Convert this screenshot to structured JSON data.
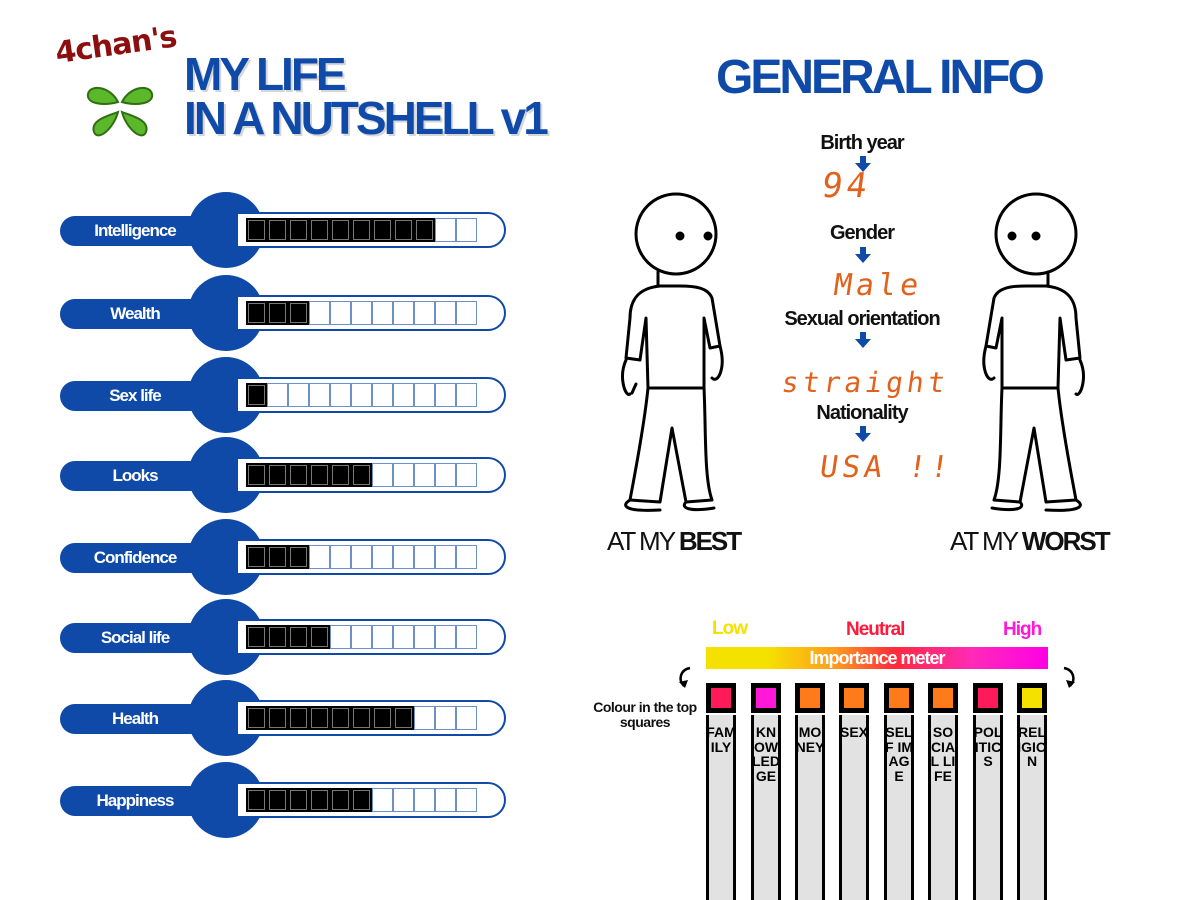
{
  "header": {
    "brand": "4chan's",
    "title_line1": "MY LIFE",
    "title_line2": "IN A NUTSHELL v1"
  },
  "stats": [
    {
      "label": "Intelligence",
      "filled": 9,
      "total": 11
    },
    {
      "label": "Wealth",
      "filled": 3,
      "total": 11
    },
    {
      "label": "Sex life",
      "filled": 1,
      "total": 11
    },
    {
      "label": "Looks",
      "filled": 6,
      "total": 11
    },
    {
      "label": "Confidence",
      "filled": 3,
      "total": 11
    },
    {
      "label": "Social life",
      "filled": 4,
      "total": 11
    },
    {
      "label": "Health",
      "filled": 8,
      "total": 11
    },
    {
      "label": "Happiness",
      "filled": 6,
      "total": 11
    }
  ],
  "general": {
    "title": "GENERAL INFO",
    "fields": [
      {
        "label": "Birth year",
        "value": "94"
      },
      {
        "label": "Gender",
        "value": "Male"
      },
      {
        "label": "Sexual orientation",
        "value": "straight"
      },
      {
        "label": "Nationality",
        "value": "USA !!"
      }
    ],
    "best_prefix": "AT MY ",
    "best_word": "BEST",
    "worst_prefix": "AT MY ",
    "worst_word": "WORST"
  },
  "importance": {
    "low": "Low",
    "neutral": "Neutral",
    "high": "High",
    "bar_label": "Importance meter",
    "note": "Colour in the top squares",
    "colors": {
      "low": "#f5e100",
      "neutral": "#ff1a3c",
      "high": "#ff18d8"
    },
    "columns": [
      {
        "label": "FAMILY",
        "color": "#ff1a5a"
      },
      {
        "label": "KNOWLEDGE",
        "color": "#ff18d8"
      },
      {
        "label": "MONEY",
        "color": "#ff7a1a"
      },
      {
        "label": "SEX",
        "color": "#ff7a1a"
      },
      {
        "label": "SELF IMAGE",
        "color": "#ff7a1a"
      },
      {
        "label": "SOCIAL LIFE",
        "color": "#ff7a1a"
      },
      {
        "label": "POLITICS",
        "color": "#ff1a5a"
      },
      {
        "label": "RELIGION",
        "color": "#f5e100"
      }
    ]
  }
}
